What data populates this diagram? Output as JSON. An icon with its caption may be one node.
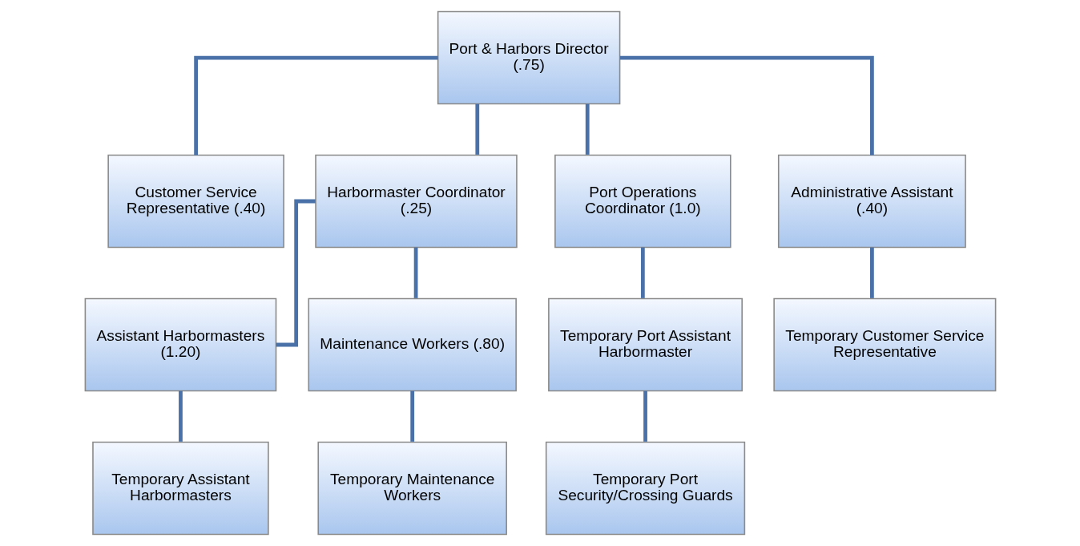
{
  "diagram": {
    "nodes": [
      {
        "text": [
          "Port & Harbors Director (.75)"
        ]
      },
      {
        "text": [
          "Customer Service Representative (.40)"
        ]
      },
      {
        "text": [
          "Harbormaster Coordinator (.25)"
        ]
      },
      {
        "text": [
          "Port Operations Coordinator (1.0)"
        ]
      },
      {
        "text": [
          "Administrative Assistant (.40)"
        ]
      },
      {
        "text": [
          "Assistant Harbormasters (1.20)"
        ]
      },
      {
        "text": [
          "Maintenance Workers (.80)"
        ]
      },
      {
        "text": [
          "Temporary Port Assistant Harbormaster"
        ]
      },
      {
        "text": [
          "Temporary Customer Service Representative"
        ]
      },
      {
        "text": [
          "Temporary Assistant Harbormasters"
        ]
      },
      {
        "text": [
          "Temporary Maintenance Workers"
        ]
      },
      {
        "text": [
          "Temporary Port Security/Crossing Guards"
        ]
      }
    ],
    "edges": [
      {
        "from": 0,
        "to": 1,
        "arrow": "none"
      },
      {
        "from": 0,
        "to": 2,
        "arrow": "none"
      },
      {
        "from": 0,
        "to": 3,
        "arrow": "none"
      },
      {
        "from": 0,
        "to": 4,
        "arrow": "none"
      },
      {
        "from": 2,
        "to": 5,
        "arrow": "none"
      },
      {
        "from": 2,
        "to": 6,
        "arrow": "none"
      },
      {
        "from": 3,
        "to": 7,
        "arrow": "none"
      },
      {
        "from": 4,
        "to": 8,
        "arrow": "none"
      },
      {
        "from": 5,
        "to": 9,
        "arrow": "none"
      },
      {
        "from": 6,
        "to": 10,
        "arrow": "none"
      },
      {
        "from": 7,
        "to": 11,
        "arrow": "none"
      }
    ]
  }
}
